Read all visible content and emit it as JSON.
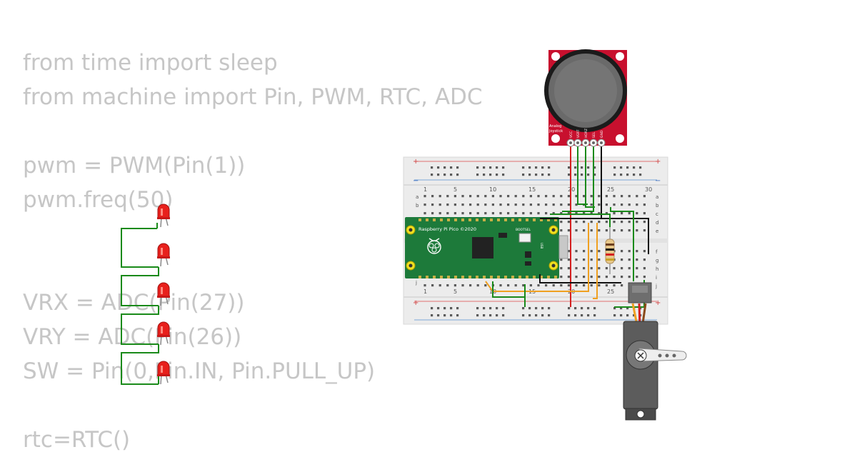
{
  "code_lines": [
    "from time import sleep",
    "from machine import Pin, PWM, RTC, ADC",
    "",
    "pwm = PWM(Pin(1))",
    "pwm.freq(50)",
    "",
    "",
    "VRX = ADC(Pin(27))",
    "VRY = ADC(Pin(26))",
    "SW = Pin(0,Pin.IN, Pin.PULL_UP)",
    "",
    "rtc=RTC()"
  ],
  "joystick": {
    "label_line1": "Analog",
    "label_line2": "Joystick",
    "pins": [
      "VCC",
      "VERT",
      "HORZ",
      "SEL",
      "GND"
    ]
  },
  "pico": {
    "title": "Raspberry Pi Pico ©2020",
    "bootsel": "BOOTSEL"
  },
  "breadboard": {
    "column_numbers": [
      "1",
      "5",
      "10",
      "15",
      "20",
      "25",
      "30"
    ],
    "rows_top": [
      "a",
      "b",
      "c",
      "d",
      "e"
    ],
    "rows_bottom": [
      "f",
      "g",
      "h",
      "i",
      "j"
    ],
    "rail_plus": "+",
    "rail_minus": "−"
  },
  "colors": {
    "wire_green": "#1a8a1a",
    "wire_red": "#d42020",
    "wire_black": "#111111",
    "wire_orange": "#f0a020",
    "pico_green": "#1d7a3a",
    "joystick_red": "#c8102e",
    "led_red": "#e8201c",
    "code_gray": "#c6c6c6"
  },
  "components": {
    "leds": 5,
    "resistor": 1,
    "servo": 1
  }
}
